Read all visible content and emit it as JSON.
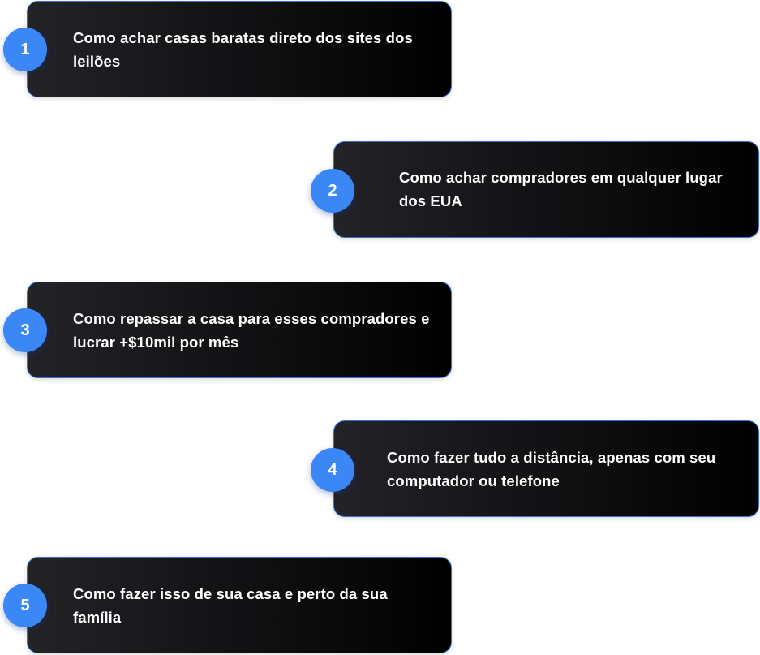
{
  "steps": [
    {
      "number": "1",
      "text": "Como achar casas baratas direto dos sites dos leilões"
    },
    {
      "number": "2",
      "text": "Como achar compradores em qualquer lugar dos EUA"
    },
    {
      "number": "3",
      "text": "Como repassar a casa para esses compradores e lucrar +$10mil por mês"
    },
    {
      "number": "4",
      "text": "Como fazer tudo a distância, apenas com seu computador ou telefone"
    },
    {
      "number": "5",
      "text": "Como fazer isso de sua casa e perto da sua família"
    }
  ],
  "colors": {
    "badge": "#3b87f5",
    "card_border": "#3b6fd6",
    "card_bg": "#111114",
    "text": "#ffffff"
  }
}
